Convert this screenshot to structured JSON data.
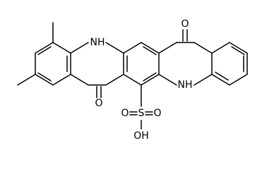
{
  "molecule": {
    "atoms": {
      "carbonyl_top_O": "O",
      "carbonyl_bottom_O": "O",
      "nh_left": "NH",
      "nh_right": "NH",
      "sulfur": "S",
      "sulfonyl_O_left": "O",
      "sulfonyl_O_right": "O",
      "hydroxyl": "OH"
    },
    "colors": {
      "bond": "#000000",
      "text": "#000000",
      "background": "#ffffff"
    }
  }
}
